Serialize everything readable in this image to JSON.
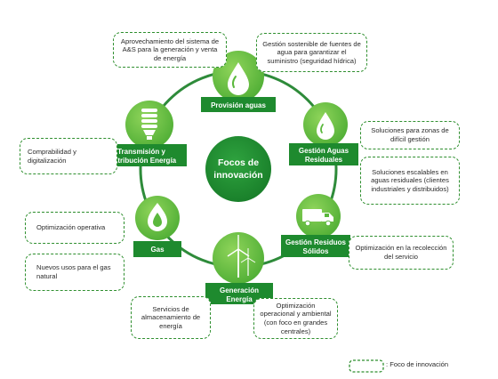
{
  "center": {
    "line1": "Focos de",
    "line2": "innovación"
  },
  "nodes": {
    "provision": {
      "label": "Provisión aguas"
    },
    "aguas_residuales": {
      "line1": "Gestión Aguas",
      "line2": "Residuales"
    },
    "residuos": {
      "line1": "Gestión Residuos",
      "line2": "Sólidos"
    },
    "generacion": {
      "line1": "Generación",
      "line2": "Energía"
    },
    "gas": {
      "label": "Gas"
    },
    "transmision": {
      "line1": "Transmisión y",
      "line2": "Distribución Energía"
    }
  },
  "notes": {
    "n1": "Aprovechamiento del sistema de A&S para la generación y venta de energía",
    "n2": "Gestión sostenible de fuentes de agua para garantizar el suministro (seguridad hídrica)",
    "n3": "Soluciones para zonas de difícil gestión",
    "n4": "Soluciones escalables en aguas residuales (clientes industriales y distribuidos)",
    "n5": "Optimización en la recolección del servicio",
    "n6": "Optimización operacional y ambiental (con foco en grandes centrales)",
    "n7": "Servicios de almacenamiento de energía",
    "n8": "Nuevos usos para el gas natural",
    "n9": "Optimización operativa",
    "n10": "Comprabilidad y digitalización"
  },
  "legend": {
    "label": ": Foco de innovación"
  },
  "icons": {
    "provision": "water-drop-icon",
    "aguas_residuales": "water-drop-icon",
    "residuos": "truck-icon",
    "generacion": "wind-turbine-icon",
    "gas": "gas-flame-icon",
    "transmision": "light-bulb-icon"
  },
  "colors": {
    "dark_green": "#1e8a2e",
    "light_green": "#6cc04a",
    "ring": "#2e8b3a",
    "dashed": "#2f8f2f"
  }
}
